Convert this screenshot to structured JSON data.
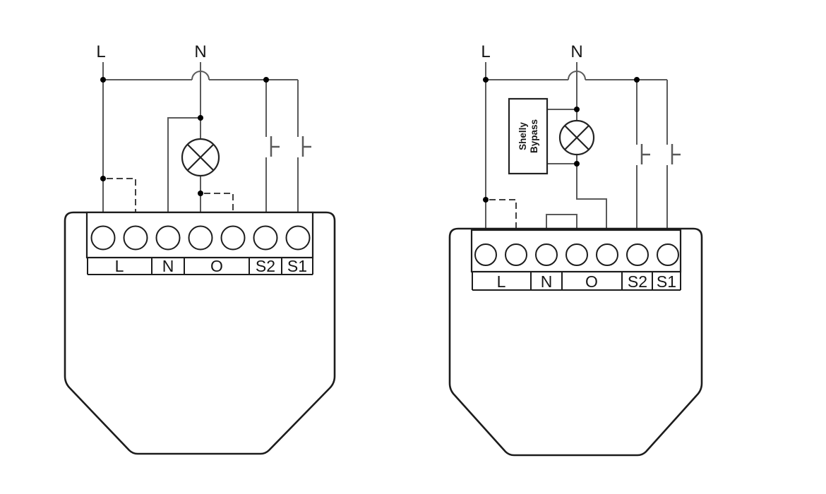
{
  "page": {
    "background": "#ffffff",
    "description_labels": {
      "supply_live": "L",
      "supply_neutral": "N"
    }
  },
  "colors": {
    "wire": "#5a5a5a",
    "dashed_wire": "#3f3f3f",
    "symbol_outline": "#232323",
    "device_outline": "#1c1c1c",
    "junction_dot": "#000000",
    "label_text": "#161616"
  },
  "left_diagram": {
    "supply_live_label": "L",
    "supply_neutral_label": "N",
    "terminal_labels": [
      "L",
      "N",
      "O",
      "S2",
      "S1"
    ]
  },
  "right_diagram": {
    "supply_live_label": "L",
    "supply_neutral_label": "N",
    "terminal_labels": [
      "L",
      "N",
      "O",
      "S2",
      "S1"
    ],
    "bypass_label_line1": "Shelly",
    "bypass_label_line2": "Bypass"
  }
}
